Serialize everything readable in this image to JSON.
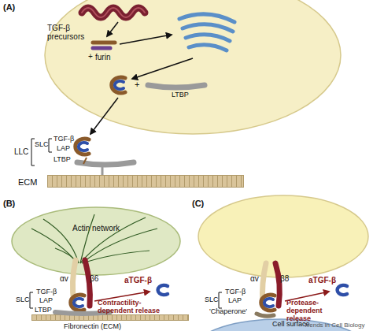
{
  "diagram": {
    "nodes": [
      {
        "text": [
          "ECM"
        ]
      },
      {
        "text": [
          "Actin network"
        ]
      },
      {
        "text": [
          "Fibronectin (ECM)"
        ]
      },
      {
        "text": [
          "Cell surface"
        ]
      }
    ],
    "labels": [
      "(A)",
      "TGF-β precursors",
      "+",
      "furin",
      "+",
      "LTBP",
      "LLC",
      "SLC",
      "TGF-β",
      "LAP",
      "LTBP",
      "(B)",
      "αv",
      "β6",
      "aTGF-β",
      "SLC",
      "TGF-β",
      "LAP",
      "LTBP",
      "Contractility-dependent release",
      "(C)",
      "αv",
      "β8",
      "aTGF-β",
      "SLC",
      "TGF-β",
      "LAP",
      "Protease-dependent release",
      "'Chaperone'",
      "Trends in Cell Biology"
    ]
  }
}
